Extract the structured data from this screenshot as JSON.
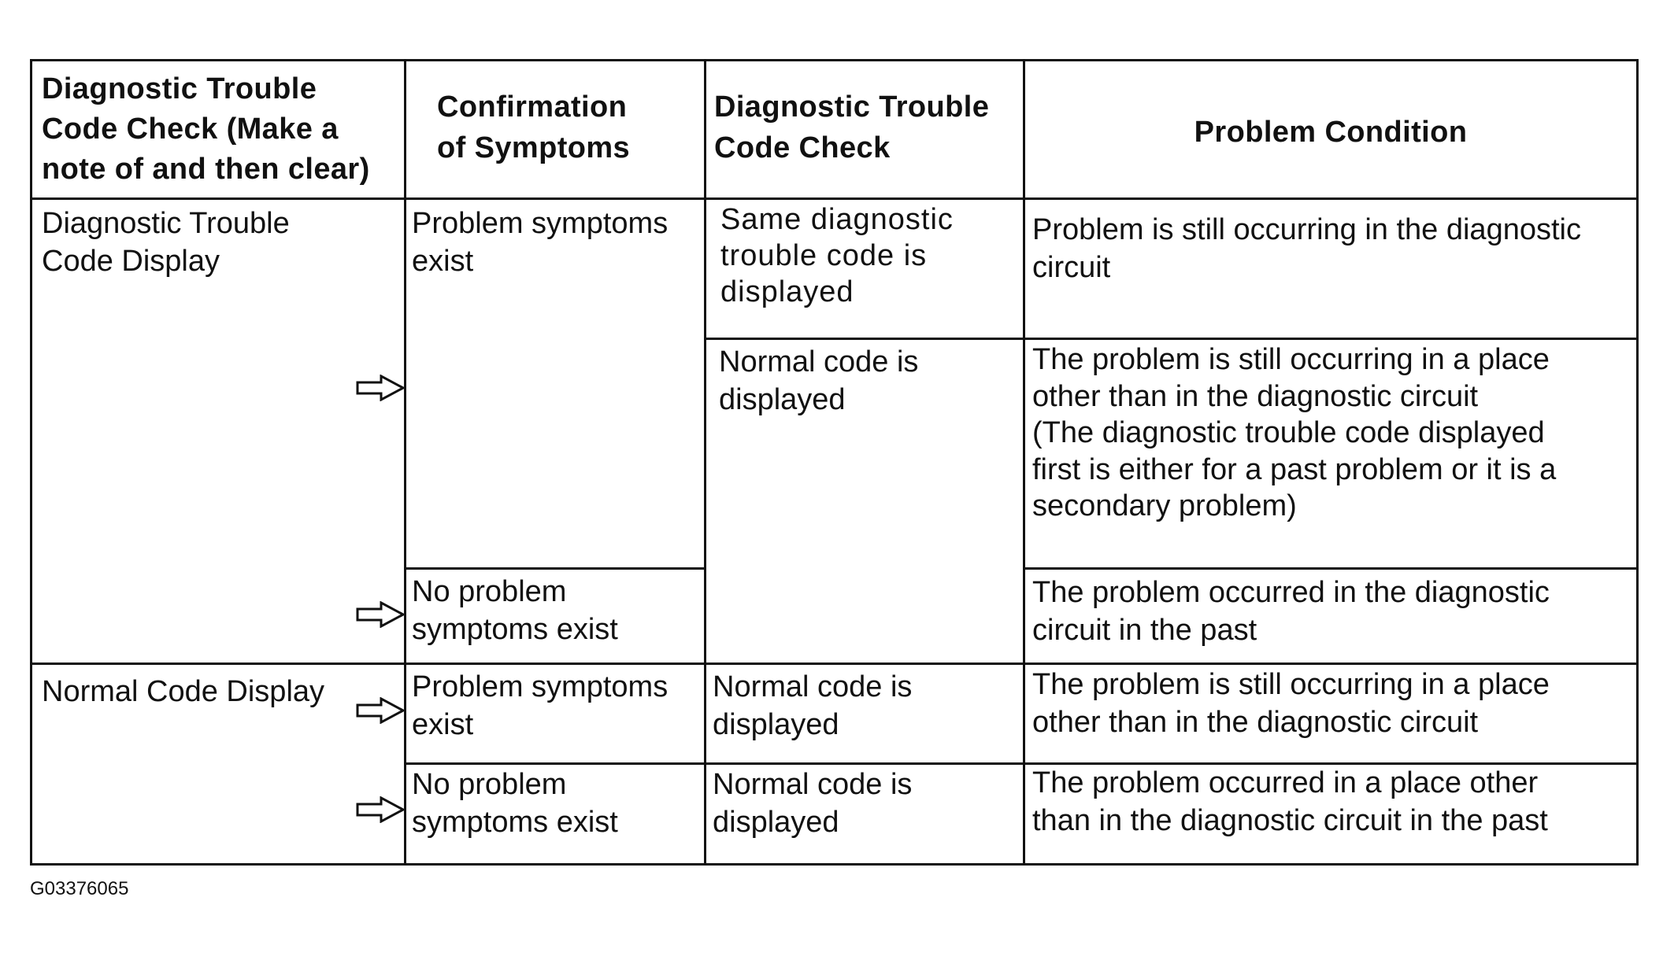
{
  "headers": {
    "col1": "Diagnostic Trouble\nCode Check (Make a\nnote of and then clear)",
    "col2": "Confirmation\nof Symptoms",
    "col3": "Diagnostic Trouble\nCode Check",
    "col4": "Problem Condition"
  },
  "groups": [
    {
      "label": "Diagnostic Trouble\nCode Display"
    },
    {
      "label": "Normal Code Display"
    }
  ],
  "rows": [
    {
      "symptom": "Problem symptoms\nexist",
      "check": "Same diagnostic\ntrouble code is\ndisplayed",
      "condition": "Problem is still occurring in the diagnostic\ncircuit"
    },
    {
      "check": "Normal code is\ndisplayed",
      "condition": "The problem is still occurring in a place\nother than in the diagnostic circuit\n(The diagnostic trouble code displayed\nfirst is either for a past problem or it is a\nsecondary problem)"
    },
    {
      "symptom": "No problem\nsymptoms exist",
      "condition": "The problem occurred in the diagnostic\ncircuit in the past"
    },
    {
      "symptom": "Problem symptoms\nexist",
      "check": "Normal code is\ndisplayed",
      "condition": "The problem is still occurring in a place\nother than in the diagnostic circuit"
    },
    {
      "symptom": "No problem\nsymptoms exist",
      "check": "Normal code is\ndisplayed",
      "condition": "The problem occurred in a place other\nthan in the diagnostic circuit in the past"
    }
  ],
  "figure_id": "G03376065",
  "icons": [
    "right-arrow-icon",
    "right-arrow-icon",
    "right-arrow-icon",
    "right-arrow-icon"
  ]
}
